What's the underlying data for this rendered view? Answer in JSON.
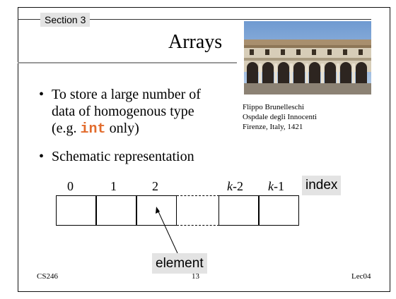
{
  "slide": {
    "section": "Section 3",
    "title": "Arrays",
    "photo_icon": "building-photo",
    "caption": [
      "Flippo Brunelleschi",
      "Ospdale degli Innocenti",
      "Firenze, Italy, 1421"
    ],
    "bullet1": {
      "line1": "To store a large number of",
      "line2": "data of homogenous type",
      "line3_prefix": "(e.g. ",
      "line3_keyword": "int",
      "line3_suffix": " only)"
    },
    "bullet2": "Schematic representation",
    "indices": [
      "0",
      "1",
      "2",
      "-2",
      "-1"
    ],
    "index_var": "k",
    "index_label": "index",
    "element_label": "element",
    "footer": {
      "left": "CS246",
      "center": "13",
      "right": "Lec04"
    },
    "colors": {
      "keyword": "#e26b2c",
      "label_bg": "#e3e3e3"
    }
  }
}
